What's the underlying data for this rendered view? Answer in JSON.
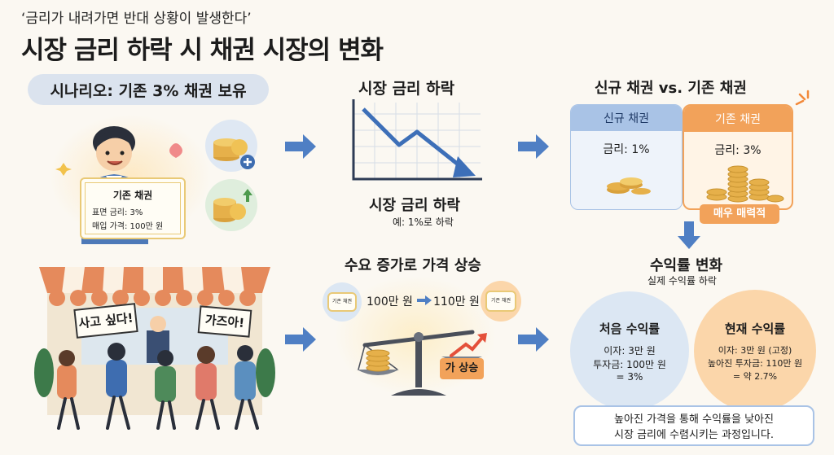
{
  "header": {
    "quote": "‘금리가 내려가면 반대 상황이 발생한다’",
    "title": "시장 금리 하락 시 채권 시장의 변화"
  },
  "scenario": {
    "label": "시나리오: 기존 3% 채권 보유",
    "certificate": {
      "title": "기존 채권",
      "line1": "표면 금리: 3%",
      "line2": "매입 가격: 100만 원"
    }
  },
  "rate_drop": {
    "heading": "시장 금리 하락",
    "caption_title": "시장 금리 하락",
    "caption_sub": "예: 1%로 하락"
  },
  "comparison": {
    "heading": "신규 채권 vs. 기존 채권",
    "new_bond": {
      "title": "신규 채권",
      "rate": "금리: 1%"
    },
    "old_bond": {
      "title": "기존 채권",
      "rate": "금리: 3%",
      "badge": "매우 매력적"
    }
  },
  "market": {
    "sign_left": "사고 싶다!",
    "sign_right": "가즈아!"
  },
  "demand": {
    "heading": "수요 증가로 가격 상승",
    "mini_cert_label": "기존 채권",
    "price_from": "100만 원",
    "price_to": "110만 원",
    "price_tag": "가 상승"
  },
  "yield_change": {
    "heading": "수익률 변화",
    "sub": "실제 수익률 하락",
    "initial": {
      "title": "처음 수익률",
      "line1": "이자: 3만 원",
      "line2": "투자금: 100만 원",
      "line3": "= 3%"
    },
    "current": {
      "title": "현재 수익률",
      "line1": "이자: 3만 원 (고정)",
      "line2": "높아진 투자금: 110만 원",
      "line3": "= 약 2.7%"
    },
    "note_line1": "높아진 가격을 통해 수익률을 낮아진",
    "note_line2": "시장 금리에 수렴시키는 과정입니다."
  },
  "colors": {
    "arrow_blue": "#4f7fc4",
    "new_bond_blue": "#a9c3e6",
    "old_bond_orange": "#f2a25a",
    "gold": "#e6b04a",
    "blue_circle": "#dce7f3",
    "orange_circle": "#fbd6aa"
  }
}
